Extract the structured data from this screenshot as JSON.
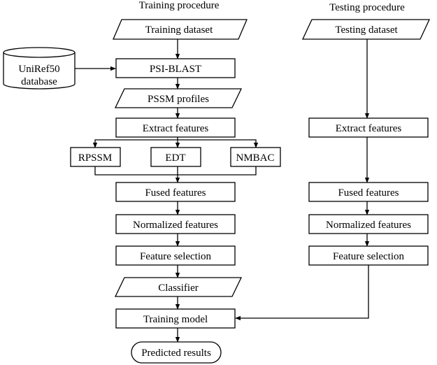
{
  "headers": {
    "training": "Training procedure",
    "testing": "Testing procedure"
  },
  "training": {
    "dataset": "Training dataset",
    "psiblast": "PSI-BLAST",
    "pssm": "PSSM profiles",
    "extract": "Extract features",
    "rpssm": "RPSSM",
    "edt": "EDT",
    "nmbac": "NMBAC",
    "fused": "Fused features",
    "normalized": "Normalized features",
    "selection": "Feature selection",
    "classifier": "Classifier",
    "model": "Training model",
    "predicted": "Predicted results"
  },
  "database": {
    "line1": "UniRef50",
    "line2": "database"
  },
  "testing": {
    "dataset": "Testing dataset",
    "extract": "Extract features",
    "fused": "Fused features",
    "normalized": "Normalized features",
    "selection": "Feature selection"
  }
}
